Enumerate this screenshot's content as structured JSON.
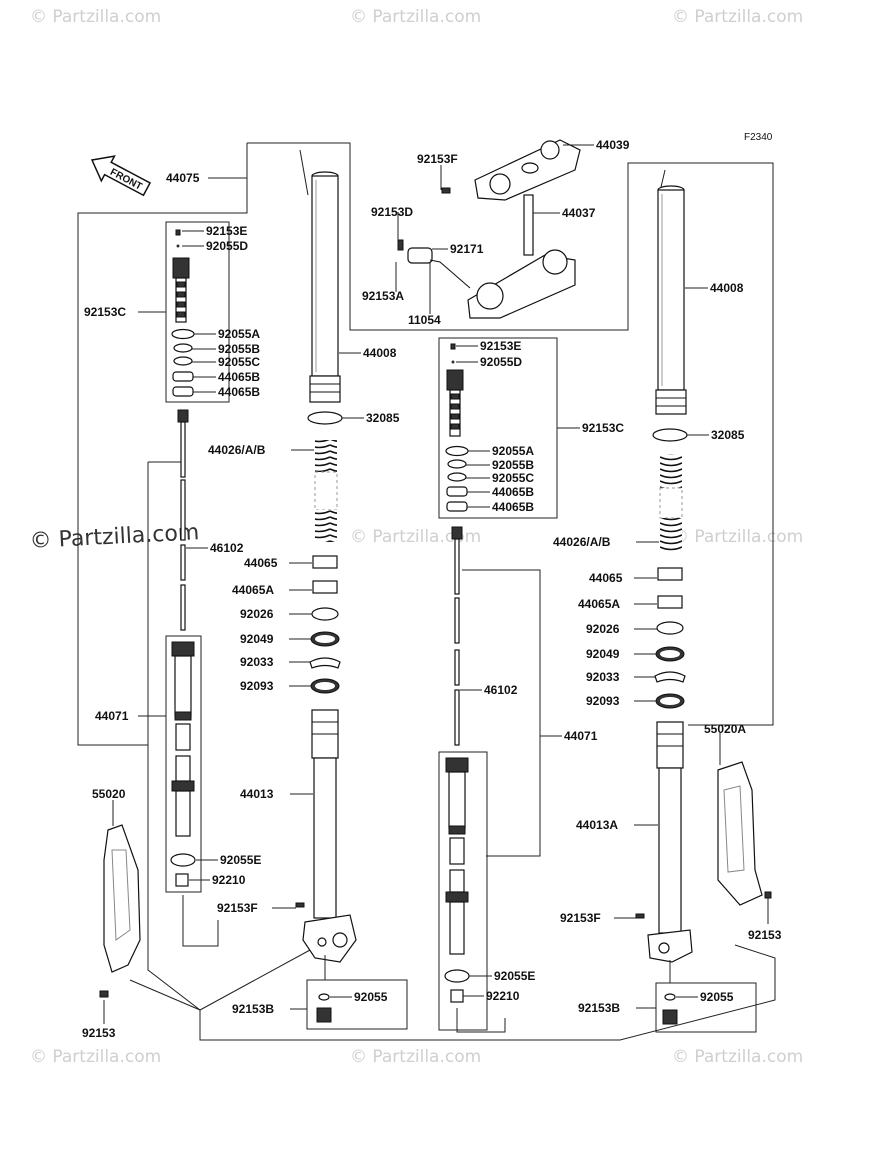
{
  "figure_code": "F2340",
  "front_label": "FRONT",
  "watermarks": {
    "small": "© Partzilla.com",
    "large": "© Partzilla.com"
  },
  "labels": {
    "p44075": "44075",
    "p92153F_top": "92153F",
    "p44039": "44039",
    "p92153D": "92153D",
    "p44037": "44037",
    "p92171": "92171",
    "p92153A": "92153A",
    "p11054": "11054",
    "p44008_r": "44008",
    "p92153E_l": "92153E",
    "p92055D_l": "92055D",
    "p92153C_l": "92153C",
    "p92055A_l": "92055A",
    "p92055B_l": "92055B",
    "p92055C_l": "92055C",
    "p44065B_l1": "44065B",
    "p44065B_l2": "44065B",
    "p44008_l": "44008",
    "p32085_l": "32085",
    "p44026_l": "44026/A/B",
    "p46102_l": "46102",
    "p44065_l": "44065",
    "p44065A_l": "44065A",
    "p92026_l": "92026",
    "p92049_l": "92049",
    "p92033_l": "92033",
    "p92093_l": "92093",
    "p44071_l": "44071",
    "p44013": "44013",
    "p55020": "55020",
    "p92055E_l": "92055E",
    "p92210_l": "92210",
    "p92153F_l": "92153F",
    "p92153B_l": "92153B",
    "p92055_l": "92055",
    "p92153_l": "92153",
    "p92153E_r": "92153E",
    "p92055D_r": "92055D",
    "p92153C_r": "92153C",
    "p92055A_r": "92055A",
    "p92055B_r": "92055B",
    "p92055C_r": "92055C",
    "p44065B_r1": "44065B",
    "p44065B_r2": "44065B",
    "p32085_r": "32085",
    "p44026_r": "44026/A/B",
    "p44065_r": "44065",
    "p44065A_r": "44065A",
    "p92026_r": "92026",
    "p92049_r": "92049",
    "p92033_r": "92033",
    "p92093_r": "92093",
    "p46102_r": "46102",
    "p44071_r": "44071",
    "p55020A": "55020A",
    "p44013A": "44013A",
    "p92153F_r": "92153F",
    "p92153_r": "92153",
    "p92055E_r": "92055E",
    "p92210_r": "92210",
    "p92153B_r": "92153B",
    "p92055_r": "92055"
  }
}
